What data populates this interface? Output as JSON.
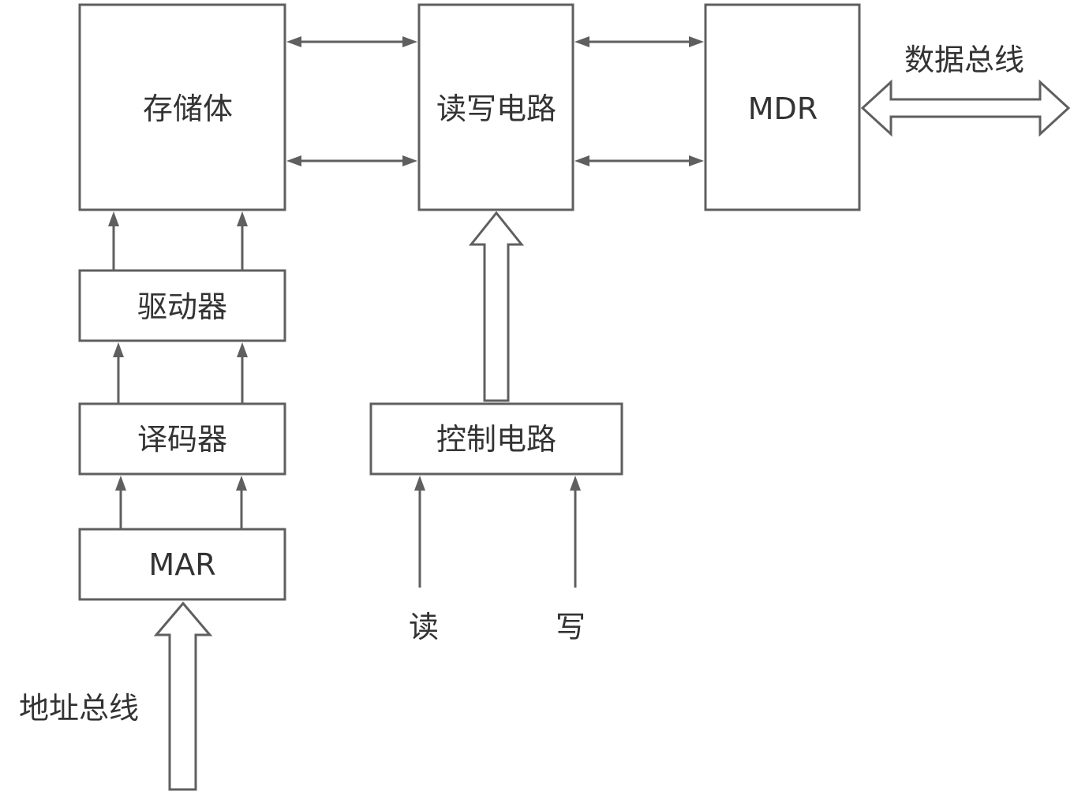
{
  "blocks": {
    "storage": "存储体",
    "rw_circuit": "读写电路",
    "mdr": "MDR",
    "driver": "驱动器",
    "decoder": "译码器",
    "mar": "MAR",
    "control": "控制电路"
  },
  "labels": {
    "data_bus": "数据总线",
    "address_bus": "地址总线",
    "read": "读",
    "write": "写"
  },
  "colors": {
    "stroke": "#5f5f5f",
    "text": "#333333",
    "background": "#ffffff"
  }
}
